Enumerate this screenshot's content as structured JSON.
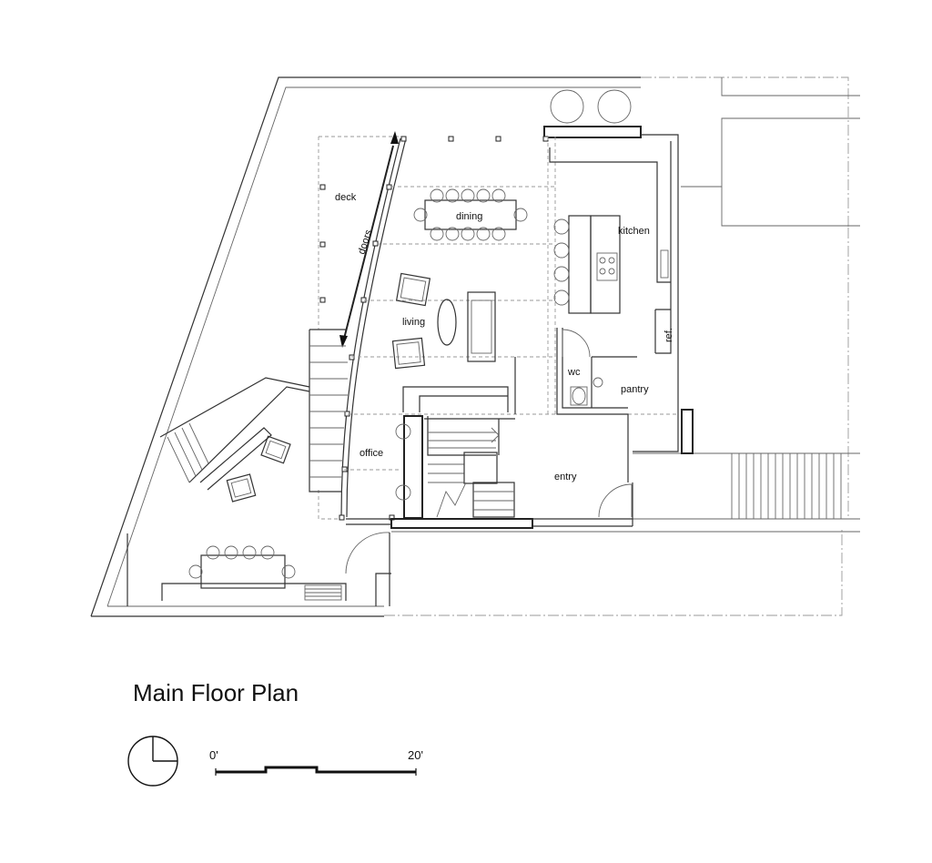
{
  "title": "Main Floor Plan",
  "rooms": {
    "deck": "deck",
    "doors": "doors",
    "dining": "dining",
    "kitchen": "kitchen",
    "living": "living",
    "ref": "ref.",
    "wc": "wc",
    "pantry": "pantry",
    "office": "office",
    "entry": "entry"
  },
  "scale": {
    "start": "0'",
    "end": "20'"
  }
}
